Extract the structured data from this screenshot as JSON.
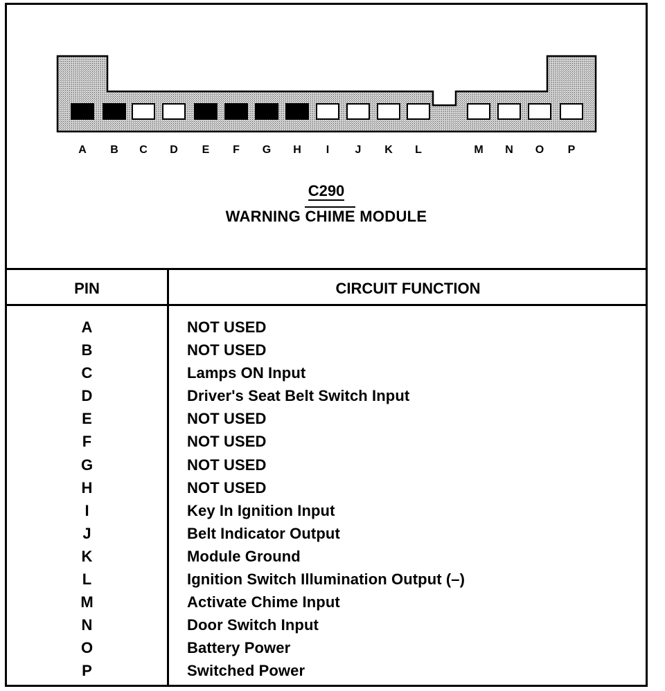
{
  "connector": {
    "id": "C290",
    "name_pre": "WARNING ",
    "name_over": "CHIME",
    "name_post": " MODULE",
    "pins": [
      {
        "letter": "A",
        "filled": true
      },
      {
        "letter": "B",
        "filled": true
      },
      {
        "letter": "C",
        "filled": false
      },
      {
        "letter": "D",
        "filled": false
      },
      {
        "letter": "E",
        "filled": true
      },
      {
        "letter": "F",
        "filled": true
      },
      {
        "letter": "G",
        "filled": true
      },
      {
        "letter": "H",
        "filled": true
      },
      {
        "letter": "I",
        "filled": false
      },
      {
        "letter": "J",
        "filled": false
      },
      {
        "letter": "K",
        "filled": false
      },
      {
        "letter": "L",
        "filled": false
      },
      {
        "letter": "M",
        "filled": false
      },
      {
        "letter": "N",
        "filled": false
      },
      {
        "letter": "O",
        "filled": false
      },
      {
        "letter": "P",
        "filled": false
      }
    ]
  },
  "table": {
    "header_pin": "PIN",
    "header_function": "CIRCUIT FUNCTION",
    "rows": [
      {
        "pin": "A",
        "function": "NOT USED"
      },
      {
        "pin": "B",
        "function": "NOT USED"
      },
      {
        "pin": "C",
        "function": "Lamps ON Input"
      },
      {
        "pin": "D",
        "function": "Driver's Seat Belt Switch Input"
      },
      {
        "pin": "E",
        "function": "NOT USED"
      },
      {
        "pin": "F",
        "function": "NOT USED"
      },
      {
        "pin": "G",
        "function": "NOT USED"
      },
      {
        "pin": "H",
        "function": "NOT USED"
      },
      {
        "pin": "I",
        "function": "Key In Ignition Input"
      },
      {
        "pin": "J",
        "function": "Belt Indicator Output"
      },
      {
        "pin": "K",
        "function": "Module Ground"
      },
      {
        "pin": "L",
        "function": "Ignition Switch Illumination Output (–)"
      },
      {
        "pin": "M",
        "function": "Activate Chime Input"
      },
      {
        "pin": "N",
        "function": "Door Switch Input"
      },
      {
        "pin": "O",
        "function": "Battery Power"
      },
      {
        "pin": "P",
        "function": "Switched Power"
      }
    ]
  },
  "colors": {
    "ink": "#000000",
    "housing_fill": "#b8b8b8",
    "paper": "#ffffff"
  }
}
